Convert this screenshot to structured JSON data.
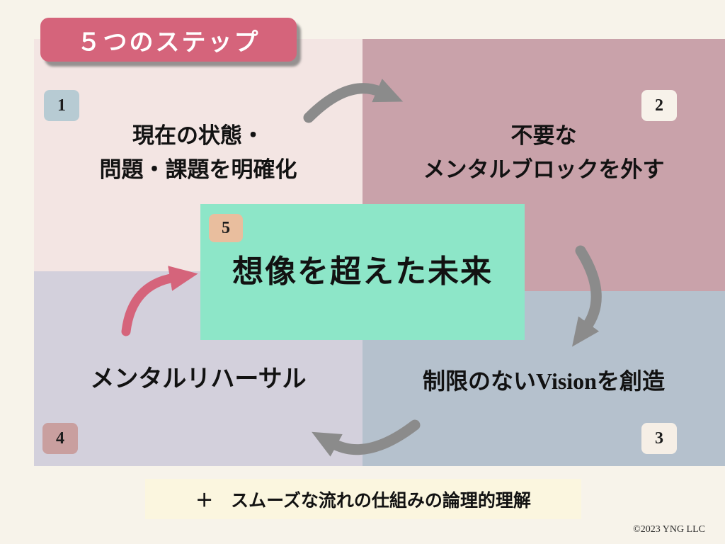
{
  "title": "５つのステップ",
  "steps": {
    "step1": {
      "number": "1",
      "line1": "現在の状態・",
      "line2": "問題・課題を明確化"
    },
    "step2": {
      "number": "2",
      "line1": "不要な",
      "line2": "メンタルブロックを外す"
    },
    "step3": {
      "number": "3",
      "label": "制限のないVisionを創造"
    },
    "step4": {
      "number": "4",
      "label": "メンタルリハーサル"
    },
    "step5": {
      "number": "5",
      "label": "想像を超えた未来"
    }
  },
  "banner": "＋　スムーズな流れの仕組みの論理的理解",
  "copyright": "©2023 YNG LLC",
  "icons": {
    "arrow_1_to_2": "curved-arrow-right",
    "arrow_2_to_3": "curved-arrow-down",
    "arrow_3_to_4": "curved-arrow-left",
    "arrow_4_to_5": "curved-arrow-up-right"
  },
  "colors": {
    "bg": "#f7f3ea",
    "title-bg": "#d5647b",
    "q1-bg": "#f3e5e3",
    "q2-bg": "#c9a2aa",
    "q3-bg": "#b5c1cd",
    "q4-bg": "#d3d0dc",
    "center-bg": "#8de6c8",
    "badge1-bg": "#b7cbd3",
    "badge2-bg": "#f7f2ea",
    "badge3-bg": "#f6efe6",
    "badge4-bg": "#c99f9f",
    "badge5-bg": "#e9be9e",
    "banner-bg": "#fbf6df",
    "arrow-gray": "#8b8b8b",
    "arrow-pink": "#d5647b"
  }
}
